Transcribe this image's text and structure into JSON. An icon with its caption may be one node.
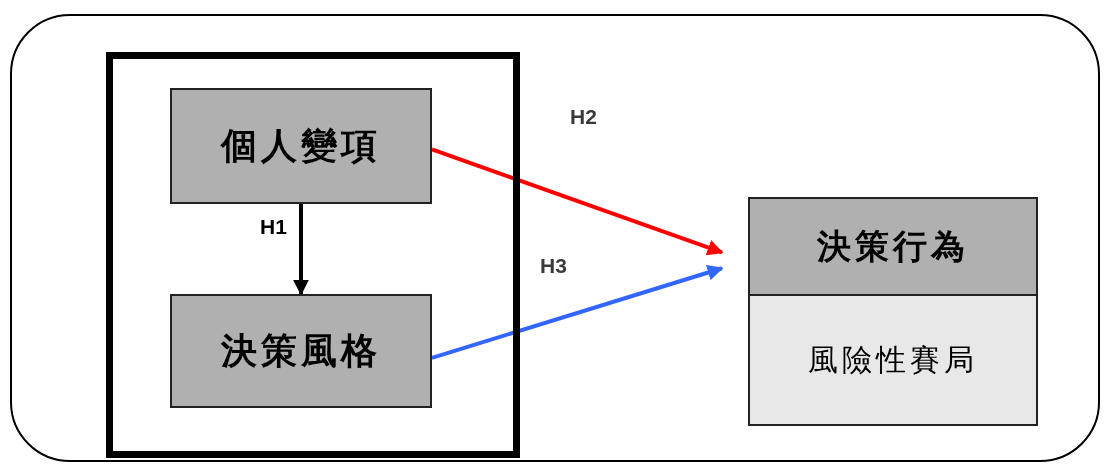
{
  "diagram": {
    "nodes": [
      {
        "text": [],
        "shape": "box"
      },
      {
        "text": [],
        "shape": "box",
        "in": 0
      },
      {
        "text": [
          "個人變項"
        ],
        "in": 1
      },
      {
        "text": [
          "決策風格"
        ],
        "in": 1
      },
      {
        "text": [
          "決策行為"
        ],
        "in": 0
      },
      {
        "text": [
          "風險性賽局"
        ],
        "in": 0
      }
    ],
    "edges": [
      {
        "from": 2,
        "to": 3,
        "arrow": "to",
        "label": "H1"
      },
      {
        "from": 2,
        "to": 4,
        "arrow": "to",
        "label": "H2",
        "color": "#ff0000"
      },
      {
        "from": 3,
        "to": 4,
        "arrow": "to",
        "label": "H3",
        "color": "#3366ff"
      }
    ]
  }
}
